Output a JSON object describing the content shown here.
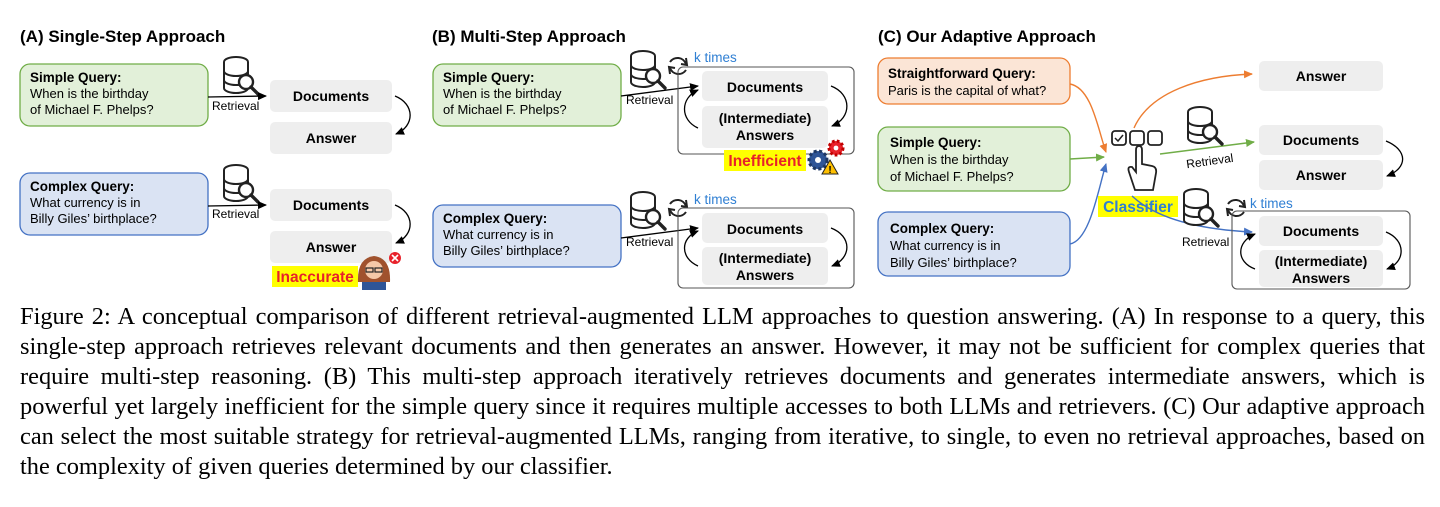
{
  "figure": {
    "panels": {
      "a": {
        "title": "(A) Single-Step Approach",
        "simple_query": {
          "label": "Simple Query:",
          "line1": "When is the birthday",
          "line2": "of Michael F. Phelps?"
        },
        "complex_query": {
          "label": "Complex Query:",
          "line1": "What currency is in",
          "line2": "Billy Giles’ birthplace?"
        },
        "retrieval": "Retrieval",
        "documents": "Documents",
        "answer": "Answer",
        "verdict": "Inaccurate"
      },
      "b": {
        "title": "(B) Multi-Step Approach",
        "simple_query": {
          "label": "Simple Query:",
          "line1": "When is the birthday",
          "line2": "of Michael F. Phelps?"
        },
        "complex_query": {
          "label": "Complex Query:",
          "line1": "What currency is in",
          "line2": "Billy Giles’ birthplace?"
        },
        "retrieval": "Retrieval",
        "k_times": "k times",
        "documents": "Documents",
        "intermediate_line1": "(Intermediate)",
        "intermediate_line2": "Answers",
        "verdict": "Inefficient"
      },
      "c": {
        "title": "(C) Our Adaptive Approach",
        "straightforward_query": {
          "label": "Straightforward Query:",
          "line1": "Paris is the capital of what?"
        },
        "simple_query": {
          "label": "Simple Query:",
          "line1": "When is the birthday",
          "line2": "of Michael F. Phelps?"
        },
        "complex_query": {
          "label": "Complex Query:",
          "line1": "What currency is in",
          "line2": "Billy Giles’ birthplace?"
        },
        "classifier": "Classifier",
        "retrieval": "Retrieval",
        "k_times": "k times",
        "answer": "Answer",
        "documents": "Documents",
        "intermediate_line1": "(Intermediate)",
        "intermediate_line2": "Answers"
      }
    }
  },
  "caption": "Figure 2: A conceptual comparison of different retrieval-augmented LLM approaches to question answering. (A) In response to a query, this single-step approach retrieves relevant documents and then generates an answer. However, it may not be sufficient for complex queries that require multi-step reasoning. (B) This multi-step approach iteratively retrieves documents and generates intermediate answers, which is powerful yet largely inefficient for the simple query since it requires multiple accesses to both LLMs and retrievers. (C) Our adaptive approach can select the most suitable strategy for retrieval-augmented LLMs, ranging from iterative, to single, to even no retrieval approaches, based on the complexity of given queries determined by our classifier.",
  "colors": {
    "simple_fill": "#e2f0d9",
    "simple_stroke": "#70ad47",
    "complex_fill": "#dae3f3",
    "complex_stroke": "#4472c4",
    "straight_fill": "#fbe5d6",
    "straight_stroke": "#ed7d31",
    "gray_box": "#eeeeee",
    "highlight": "#ffff00",
    "warn_text": "#e8212a",
    "k_times": "#2f7fd3"
  }
}
